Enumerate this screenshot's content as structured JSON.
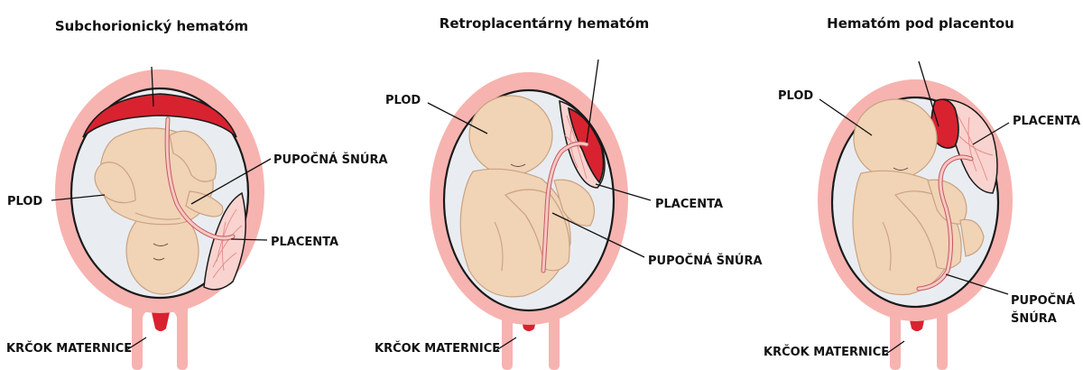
{
  "panels": [
    {
      "title": "Subchorionický hematóm",
      "labels": {
        "fetus": "PLOD",
        "cord": "PUPOČNÁ ŠNÚRA",
        "placenta": "PLACENTA",
        "cervix": "KRČOK MATERNICE"
      }
    },
    {
      "title": "Retroplacentárny hematóm",
      "labels": {
        "fetus": "PLOD",
        "placenta": "PLACENTA",
        "cord": "PUPOČNÁ ŠNÚRA",
        "cervix": "KRČOK MATERNICE"
      }
    },
    {
      "title": "Hematóm pod placentou",
      "labels": {
        "fetus": "PLOD",
        "placenta": "PLACENTA",
        "cord_line1": "PUPOČNÁ",
        "cord_line2": "ŠNÚRA",
        "cervix": "KRČOK MATERNICE"
      }
    }
  ],
  "colors": {
    "uterus_wall": "#f7b3b0",
    "amniotic_cavity": "#e9edf1",
    "hematoma": "#d8222f",
    "placenta": "#f9d3cf",
    "fetus_skin": "#f1d3b5",
    "umbilical_cord": "#c6595f"
  }
}
